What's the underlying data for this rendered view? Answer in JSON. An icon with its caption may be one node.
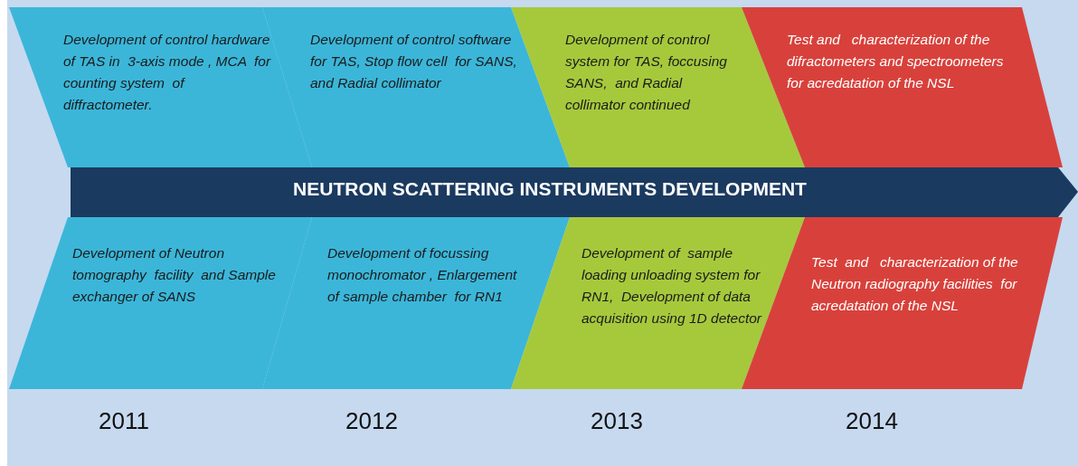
{
  "diagram": {
    "nodes": [
      {
        "text": [
          "NEUTRON SCATTERING INSTRUMENTS DEVELOPMENT"
        ]
      },
      {
        "text": [
          "Development of control hardware  of TAS in  3-axis mode , MCA  for  counting system  of diffractometer."
        ]
      },
      {
        "text": [
          "Development of control software for TAS, Stop flow cell  for SANS,  and Radial collimator"
        ]
      },
      {
        "text": [
          "Development of control system for TAS, foccusing SANS,  and Radial collimator continued"
        ]
      },
      {
        "text": [
          "Test and   characterization of the  difractometers and spectroometers for acredatation of the NSL"
        ]
      },
      {
        "text": [
          "Development of Neutron tomography  facility  and Sample exchanger of SANS"
        ]
      },
      {
        "text": [
          "Development of focussing monochromator , Enlargement of sample chamber  for RN1"
        ]
      },
      {
        "text": [
          "Development of  sample loading unloading system for RN1,  Development of data acquisition using 1D detector"
        ]
      },
      {
        "text": [
          "Test  and   characterization of the Neutron radiography facilities  for  acredatation of the NSL"
        ]
      }
    ],
    "labels": [
      "2011",
      "2012",
      "2013",
      "2014"
    ]
  }
}
